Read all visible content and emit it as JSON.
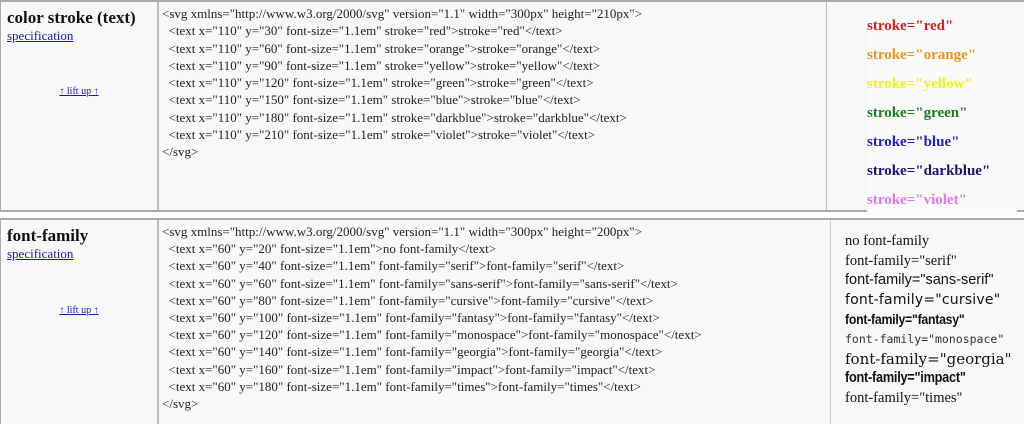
{
  "sections": [
    {
      "title": "color stroke (text)",
      "spec_link": "specification",
      "lift_link": "↑ lift up ↑",
      "code_lines": [
        "<svg xmlns=\"http://www.w3.org/2000/svg\" version=\"1.1\" width=\"300px\" height=\"210px\">",
        "  <text x=\"110\" y=\"30\" font-size=\"1.1em\" stroke=\"red\">stroke=\"red\"</text>",
        "  <text x=\"110\" y=\"60\" font-size=\"1.1em\" stroke=\"orange\">stroke=\"orange\"</text>",
        "  <text x=\"110\" y=\"90\" font-size=\"1.1em\" stroke=\"yellow\">stroke=\"yellow\"</text>",
        "  <text x=\"110\" y=\"120\" font-size=\"1.1em\" stroke=\"green\">stroke=\"green\"</text>",
        "  <text x=\"110\" y=\"150\" font-size=\"1.1em\" stroke=\"blue\">stroke=\"blue\"</text>",
        "  <text x=\"110\" y=\"180\" font-size=\"1.1em\" stroke=\"darkblue\">stroke=\"darkblue\"</text>",
        "  <text x=\"110\" y=\"210\" font-size=\"1.1em\" stroke=\"violet\">stroke=\"violet\"</text>",
        "</svg>"
      ],
      "results": [
        {
          "text": "stroke=\"red\"",
          "color": "#d42020"
        },
        {
          "text": "stroke=\"orange\"",
          "color": "#e8951c"
        },
        {
          "text": "stroke=\"yellow\"",
          "color": "#f2f21a"
        },
        {
          "text": "stroke=\"green\"",
          "color": "#1e7a1e"
        },
        {
          "text": "stroke=\"blue\"",
          "color": "#2222b8"
        },
        {
          "text": "stroke=\"darkblue\"",
          "color": "#15156e"
        },
        {
          "text": "stroke=\"violet\"",
          "color": "#e07ae0"
        }
      ]
    },
    {
      "title": "font-family",
      "spec_link": "specification",
      "lift_link": "↑ lift up ↑",
      "code_lines": [
        "<svg xmlns=\"http://www.w3.org/2000/svg\" version=\"1.1\" width=\"300px\" height=\"200px\">",
        "  <text x=\"60\" y=\"20\" font-size=\"1.1em\">no font-family</text>",
        "  <text x=\"60\" y=\"40\" font-size=\"1.1em\" font-family=\"serif\">font-family=\"serif\"</text>",
        "  <text x=\"60\" y=\"60\" font-size=\"1.1em\" font-family=\"sans-serif\">font-family=\"sans-serif\"</text>",
        "  <text x=\"60\" y=\"80\" font-size=\"1.1em\" font-family=\"cursive\">font-family=\"cursive\"</text>",
        "  <text x=\"60\" y=\"100\" font-size=\"1.1em\" font-family=\"fantasy\">font-family=\"fantasy\"</text>",
        "  <text x=\"60\" y=\"120\" font-size=\"1.1em\" font-family=\"monospace\">font-family=\"monospace\"</text>",
        "  <text x=\"60\" y=\"140\" font-size=\"1.1em\" font-family=\"georgia\">font-family=\"georgia\"</text>",
        "  <text x=\"60\" y=\"160\" font-size=\"1.1em\" font-family=\"impact\">font-family=\"impact\"</text>",
        "  <text x=\"60\" y=\"180\" font-size=\"1.1em\" font-family=\"times\">font-family=\"times\"</text>",
        "</svg>"
      ],
      "results": [
        {
          "text": "no font-family",
          "style": "default"
        },
        {
          "text": "font-family=\"serif\"",
          "style": "serif"
        },
        {
          "text": "font-family=\"sans-serif\"",
          "style": "sans-serif"
        },
        {
          "text": "font-family=\"cursive\"",
          "style": "cursive"
        },
        {
          "text": "font-family=\"fantasy\"",
          "style": "fantasy"
        },
        {
          "text": "font-family=\"monospace\"",
          "style": "monospace"
        },
        {
          "text": "font-family=\"georgia\"",
          "style": "georgia"
        },
        {
          "text": "font-family=\"impact\"",
          "style": "impact"
        },
        {
          "text": "font-family=\"times\"",
          "style": "times"
        }
      ]
    }
  ]
}
